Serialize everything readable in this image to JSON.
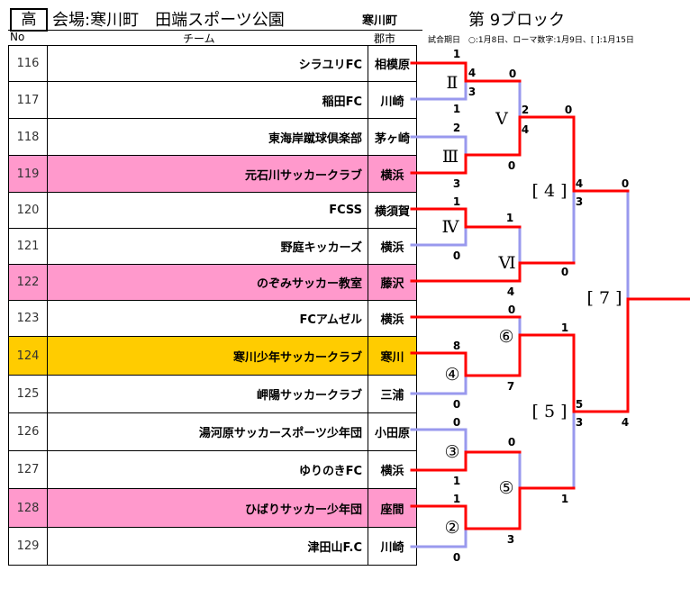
{
  "header": {
    "grade": "高",
    "venue": "会場:寒川町　田端スポーツ公園",
    "town": "寒川町",
    "block": "第 9ブロック",
    "col_no": "No",
    "col_team": "チーム",
    "col_city": "郡市",
    "legend": "試合期日　○:1月8日、ローマ数字:1月9日、[ ]:1月15日"
  },
  "teams": [
    {
      "no": "116",
      "name": "シラユリFC",
      "city": "相模原",
      "hl": ""
    },
    {
      "no": "117",
      "name": "稲田FC",
      "city": "川崎",
      "hl": ""
    },
    {
      "no": "118",
      "name": "東海岸蹴球倶楽部",
      "city": "茅ヶ崎",
      "hl": ""
    },
    {
      "no": "119",
      "name": "元石川サッカークラブ",
      "city": "横浜",
      "hl": "pink"
    },
    {
      "no": "120",
      "name": "FCSS",
      "city": "横須賀",
      "hl": ""
    },
    {
      "no": "121",
      "name": "野庭キッカーズ",
      "city": "横浜",
      "hl": ""
    },
    {
      "no": "122",
      "name": "のぞみサッカー教室",
      "city": "藤沢",
      "hl": "pink"
    },
    {
      "no": "123",
      "name": "FCアムゼル",
      "city": "横浜",
      "hl": ""
    },
    {
      "no": "124",
      "name": "寒川少年サッカークラブ",
      "city": "寒川",
      "hl": "gold"
    },
    {
      "no": "125",
      "name": "岬陽サッカークラブ",
      "city": "三浦",
      "hl": ""
    },
    {
      "no": "126",
      "name": "湯河原サッカースポーツ少年団",
      "city": "小田原",
      "hl": ""
    },
    {
      "no": "127",
      "name": "ゆりのきFC",
      "city": "横浜",
      "hl": ""
    },
    {
      "no": "128",
      "name": "ひばりサッカー少年団",
      "city": "座間",
      "hl": "pink"
    },
    {
      "no": "129",
      "name": "津田山F.C",
      "city": "川崎",
      "hl": ""
    }
  ],
  "rounds": {
    "r2": "Ⅱ",
    "r3": "Ⅲ",
    "r4": "Ⅳ",
    "r5": "Ⅴ",
    "r6": "Ⅵ",
    "c2": "②",
    "c3": "③",
    "c4": "④",
    "c5": "⑤",
    "c6": "⑥",
    "b4": "[ 4 ]",
    "b5": "[ 5 ]",
    "b7": "[ 7 ]"
  },
  "scores": [
    "1",
    "4",
    "3",
    "1",
    "0",
    "2",
    "0",
    "4",
    "2",
    "0",
    "3",
    "4",
    "3",
    "0",
    "1",
    "1",
    "0",
    "0",
    "4",
    "0",
    "1",
    "8",
    "7",
    "0",
    "0",
    "5",
    "3",
    "4",
    "0",
    "1",
    "1",
    "1",
    "3",
    "0"
  ],
  "colors": {
    "winner": "#ff0000",
    "loser": "#9999ee",
    "pink": "#ff99cc",
    "gold": "#ffcc00"
  }
}
